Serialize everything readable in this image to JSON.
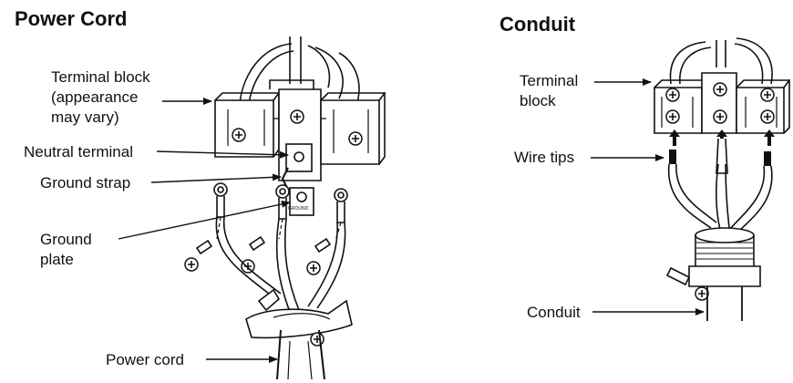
{
  "power_cord": {
    "title": "Power Cord",
    "labels": {
      "terminal_block": "Terminal block\n(appearance\nmay vary)",
      "neutral_terminal": "Neutral terminal",
      "ground_strap": "Ground strap",
      "ground_plate": "Ground\nplate",
      "power_cord": "Power cord",
      "ground_stamp": "GROUND"
    }
  },
  "conduit": {
    "title": "Conduit",
    "labels": {
      "terminal_block": "Terminal\nblock",
      "wire_tips": "Wire tips",
      "conduit": "Conduit"
    }
  }
}
